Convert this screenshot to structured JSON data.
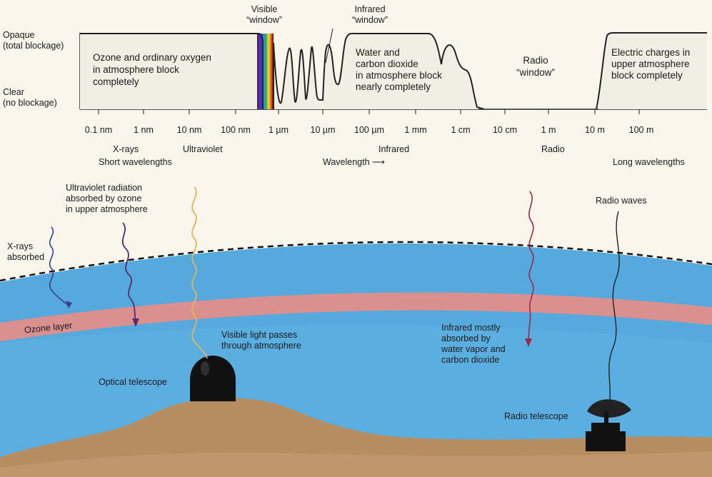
{
  "chart_data": {
    "type": "diagram",
    "title": "",
    "y_axis": {
      "top_label": [
        "Opaque",
        "(total blockage)"
      ],
      "bottom_label": [
        "Clear",
        "(no blockage)"
      ]
    },
    "x_axis": {
      "scale": "log",
      "ticks": [
        "0.1 nm",
        "1 nm",
        "10 nm",
        "100 nm",
        "1 µm",
        "10 µm",
        "100 µm",
        "1 mm",
        "1 cm",
        "10 cm",
        "1 m",
        "10 m",
        "100 m"
      ],
      "band_labels": [
        "X-rays",
        "Ultraviolet",
        "Infrared",
        "Radio"
      ],
      "left_note": "Short wavelengths",
      "center_note": "Wavelength",
      "right_note": "Long wavelengths"
    },
    "regions": [
      {
        "text": [
          "Ozone and ordinary oxygen",
          "in atmosphere block",
          "completely"
        ]
      },
      {
        "text": [
          "Water and",
          "carbon dioxide",
          "in atmosphere block",
          "nearly completely"
        ]
      },
      {
        "text": [
          "Radio",
          "“window”"
        ]
      },
      {
        "text": [
          "Electric charges in",
          "upper atmosphere",
          "block completely"
        ]
      }
    ],
    "windows": [
      {
        "text": [
          "Visible",
          "“window”"
        ]
      },
      {
        "text": [
          "Infrared",
          "“window”"
        ]
      }
    ],
    "visible_colors": [
      "#222222",
      "#7a1fa0",
      "#2b3fc8",
      "#1f9ae0",
      "#2ea84a",
      "#e8e02a",
      "#f0941c",
      "#e0281c",
      "#222222"
    ]
  },
  "scene": {
    "annotations": {
      "xrays": [
        "X-rays",
        "absorbed"
      ],
      "ozone_layer": "Ozone layer",
      "uv": [
        "Ultraviolet radiation",
        "absorbed by ozone",
        "in upper atmosphere"
      ],
      "visible": [
        "Visible light passes",
        "through atmosphere"
      ],
      "optical_telescope": "Optical telescope",
      "infrared": [
        "Infrared mostly",
        "absorbed by",
        "water vapor and",
        "carbon dioxide"
      ],
      "radio_waves": "Radio waves",
      "radio_telescope": "Radio telescope"
    },
    "colors": {
      "sky": "#4aa3d9",
      "ozone": "#d98b8b",
      "ground": "#b48a5e",
      "xray_wave": "#3a3f8f",
      "uv_wave": "#5a2a6a",
      "visible_wave": "#e3b45a",
      "ir_wave": "#9a2a4a",
      "radio_wave": "#222222"
    }
  }
}
